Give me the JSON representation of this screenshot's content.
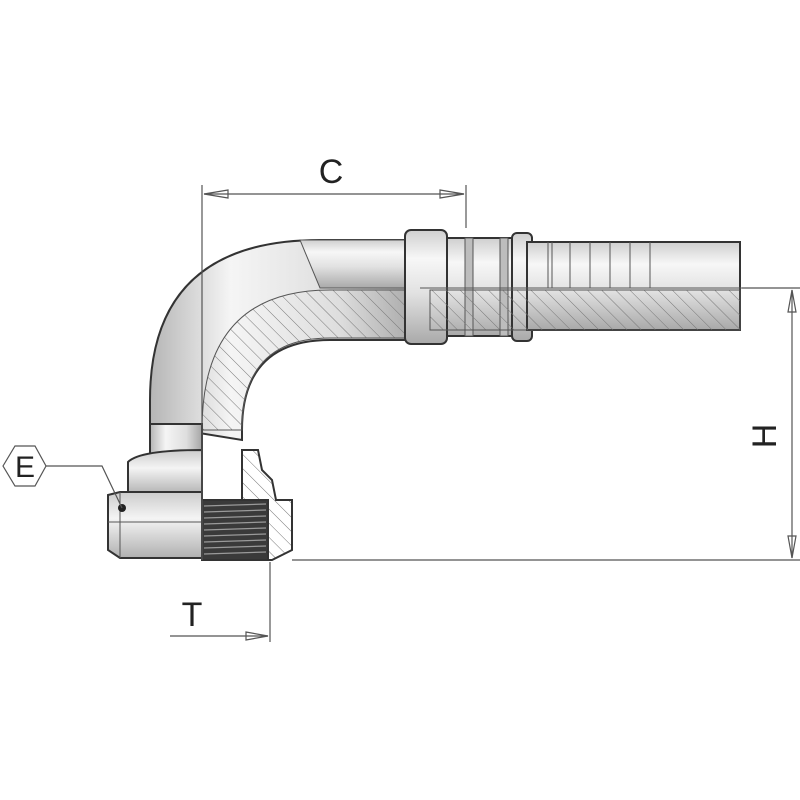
{
  "labels": {
    "c": "C",
    "h": "H",
    "t": "T",
    "e": "E"
  },
  "colors": {
    "metal_light": "#f2f2f2",
    "metal_mid": "#d6d6d6",
    "metal_dark": "#a8a8a8",
    "outline": "#333333",
    "thread": "#3a3a3a"
  }
}
